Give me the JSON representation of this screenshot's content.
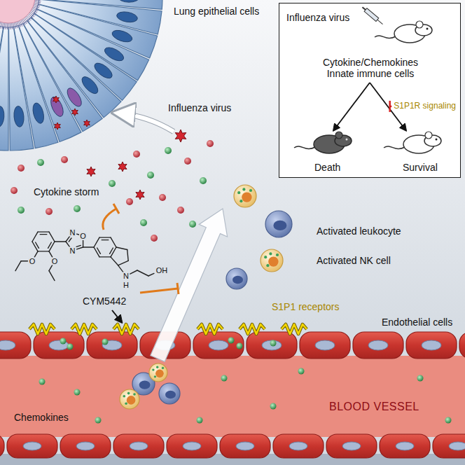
{
  "diagram": {
    "nodes": [
      {
        "text": [
          "Influenza virus",
          "Cytokine/Chemokines Innate immune cells",
          "S1P1R signaling",
          "Death",
          "Survival"
        ]
      },
      {
        "text": [
          "BLOOD VESSEL"
        ]
      }
    ],
    "labels": [
      "Lung epithelial cells",
      "Influenza virus",
      "Cytokine storm",
      "Activated leukocyte",
      "Activated NK cell",
      "CYM5442",
      "S1P1 receptors",
      "Endothelial cells",
      "Chemokines",
      "N",
      "O",
      "N",
      "O",
      "O",
      "N",
      "H",
      "OH"
    ]
  }
}
